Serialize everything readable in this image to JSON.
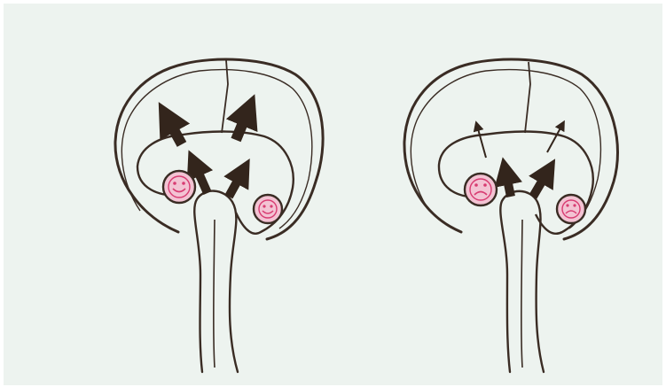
{
  "colors": {
    "background": "#edf3ef",
    "frame": "#ffffff",
    "ink": "#3a2c24",
    "arrow": "#33251c",
    "cell_fill": "#f3c3d3",
    "cell_ink": "#d83c72"
  },
  "figures": [
    {
      "id": "left",
      "arrow_weight": "thick",
      "cell_expression": "happy"
    },
    {
      "id": "right",
      "arrow_weight": "thin",
      "cell_expression": "sad"
    }
  ]
}
